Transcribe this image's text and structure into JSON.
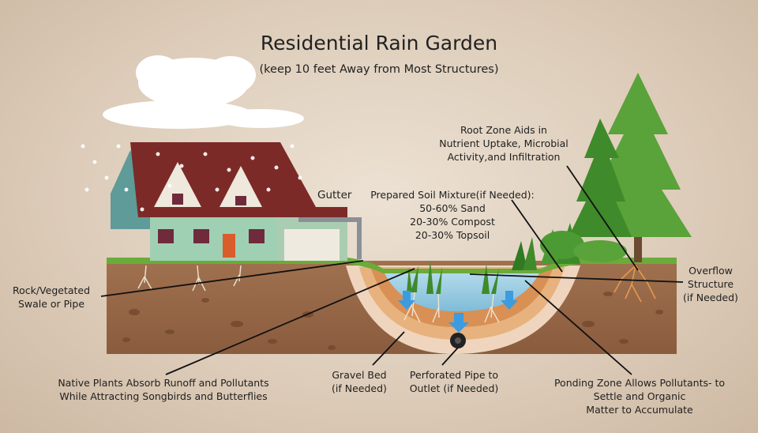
{
  "title": "Residential Rain Garden",
  "subtitle": "(keep 10 feet Away from Most Structures)",
  "labels": {
    "gutter": "Gutter",
    "root_zone": [
      "Root Zone Aids in",
      "Nutrient Uptake, Microbial",
      "Activity,and Infiltration"
    ],
    "soil_mixture": [
      "Prepared Soil Mixture(if Needed):",
      "50-60% Sand",
      "20-30% Compost",
      "20-30% Topsoil"
    ],
    "overflow": [
      "Overflow",
      "Structure",
      "(if Needed)"
    ],
    "swale": [
      "Rock/Vegetated",
      "Swale or Pipe"
    ],
    "native_plants": [
      "Native Plants Absorb Runoff and Pollutants",
      "While Attracting Songbirds and Butterflies"
    ],
    "gravel_bed": [
      "Gravel Bed",
      "(if Needed)"
    ],
    "perforated_pipe": [
      "Perforated Pipe to",
      "Outlet (if Needed)"
    ],
    "ponding_zone": [
      "Ponding Zone Allows Pollutants- to",
      "Settle and Organic",
      "Matter to Accumulate"
    ]
  },
  "colors": {
    "soil": "#946648",
    "grass": "#6bab3a",
    "roof": "#7c2a27",
    "house_wall": "#9fd0b4",
    "water": "#8fc7e0",
    "arrow": "#3d9be0"
  }
}
